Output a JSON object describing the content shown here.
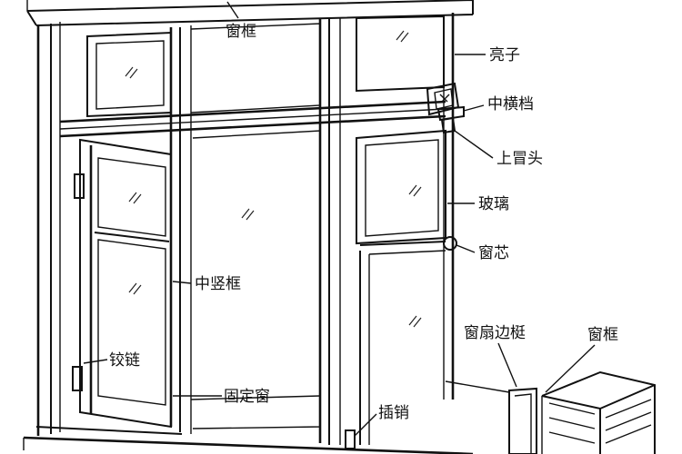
{
  "labels": {
    "frame_top": "窗框",
    "transom_light": "亮子",
    "middle_transom": "中横档",
    "top_crown": "上冒头",
    "glass": "玻璃",
    "window_core": "窗芯",
    "middle_mullion": "中竖框",
    "sash_stile": "窗扇边梃",
    "frame_right": "窗框",
    "hinge": "铰链",
    "fixed_window": "固定窗",
    "bolt": "插销"
  },
  "colors": {
    "ink": "#111111",
    "paper": "#ffffff"
  }
}
